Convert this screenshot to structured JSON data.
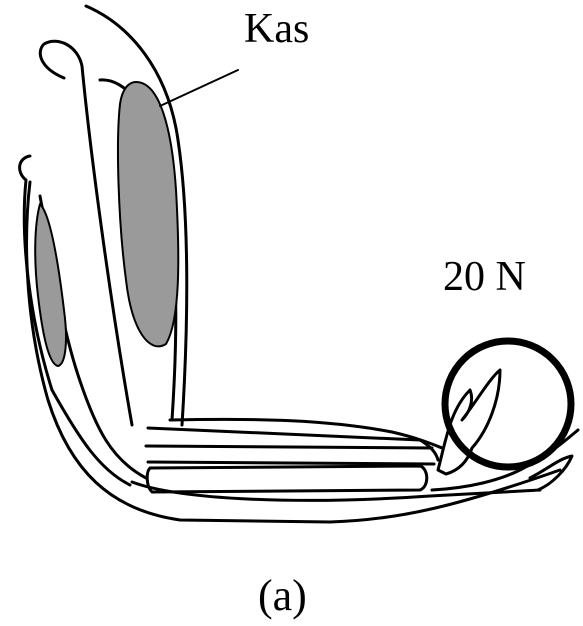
{
  "labels": {
    "muscle": "Kas",
    "weight": "20 N",
    "caption": "(a)"
  },
  "colors": {
    "ink": "#000000",
    "muscle_fill": "#9a9a9a",
    "background": "#ffffff"
  }
}
